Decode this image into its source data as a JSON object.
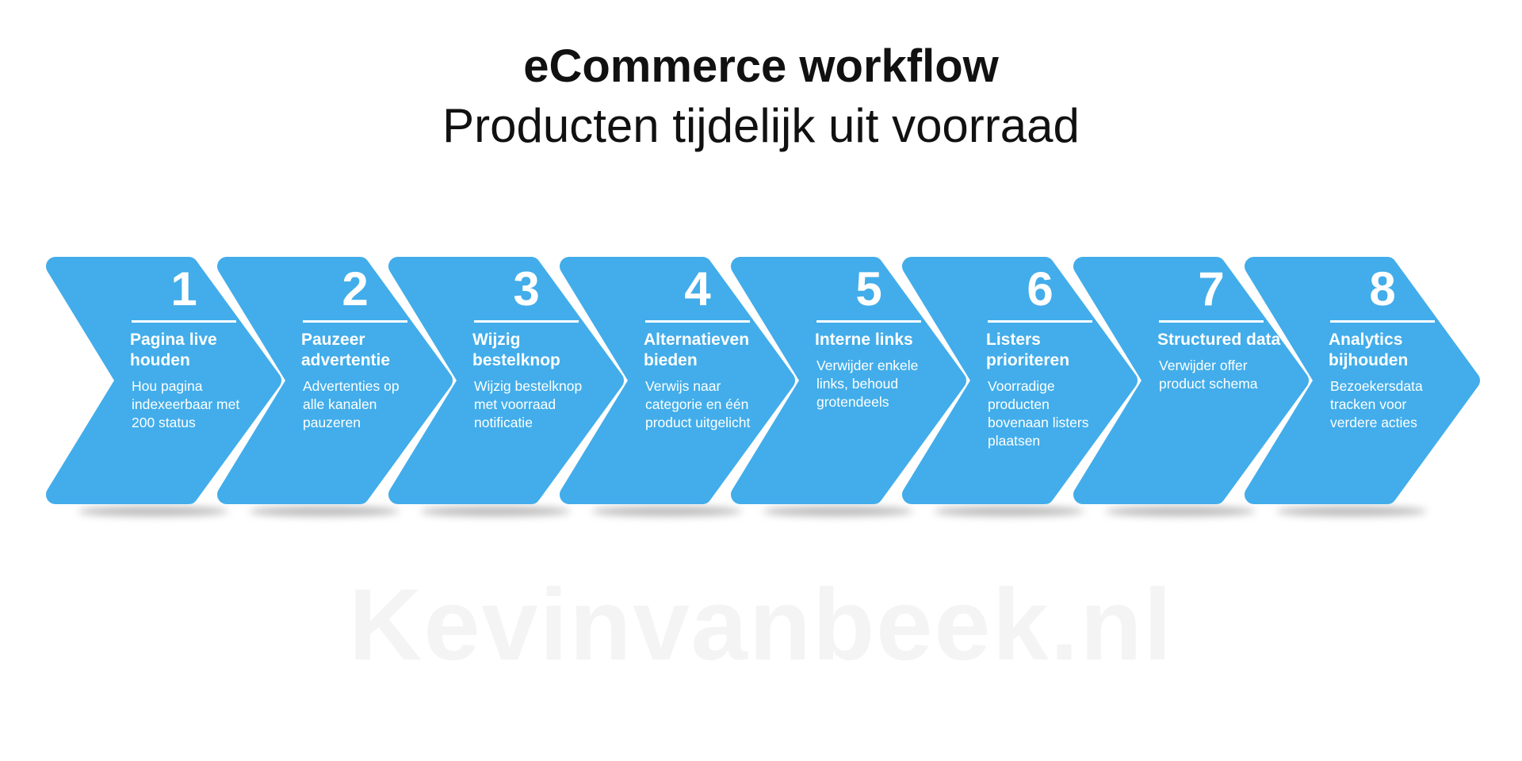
{
  "header": {
    "title": "eCommerce workflow",
    "subtitle": "Producten tijdelijk uit voorraad"
  },
  "colors": {
    "chevron": "#42ADEA",
    "text": "#FFFFFF"
  },
  "steps": [
    {
      "number": "1",
      "title": "Pagina live houden",
      "description": "Hou pagina indexeerbaar met 200 status"
    },
    {
      "number": "2",
      "title": "Pauzeer advertentie",
      "description": "Advertenties op alle kanalen pauzeren"
    },
    {
      "number": "3",
      "title": "Wijzig bestelknop",
      "description": "Wijzig bestelknop met voorraad notificatie"
    },
    {
      "number": "4",
      "title": "Alternatieven bieden",
      "description": "Verwijs naar categorie en één product uitgelicht"
    },
    {
      "number": "5",
      "title": "Interne links",
      "description": "Verwijder enkele links, behoud grotendeels"
    },
    {
      "number": "6",
      "title": "Listers prioriteren",
      "description": "Voorradige producten bovenaan listers plaatsen"
    },
    {
      "number": "7",
      "title": "Structured data",
      "description": "Verwijder offer product schema"
    },
    {
      "number": "8",
      "title": "Analytics bijhouden",
      "description": "Bezoekersdata tracken voor verdere acties"
    }
  ],
  "watermark": "Kevinvanbeek.nl"
}
